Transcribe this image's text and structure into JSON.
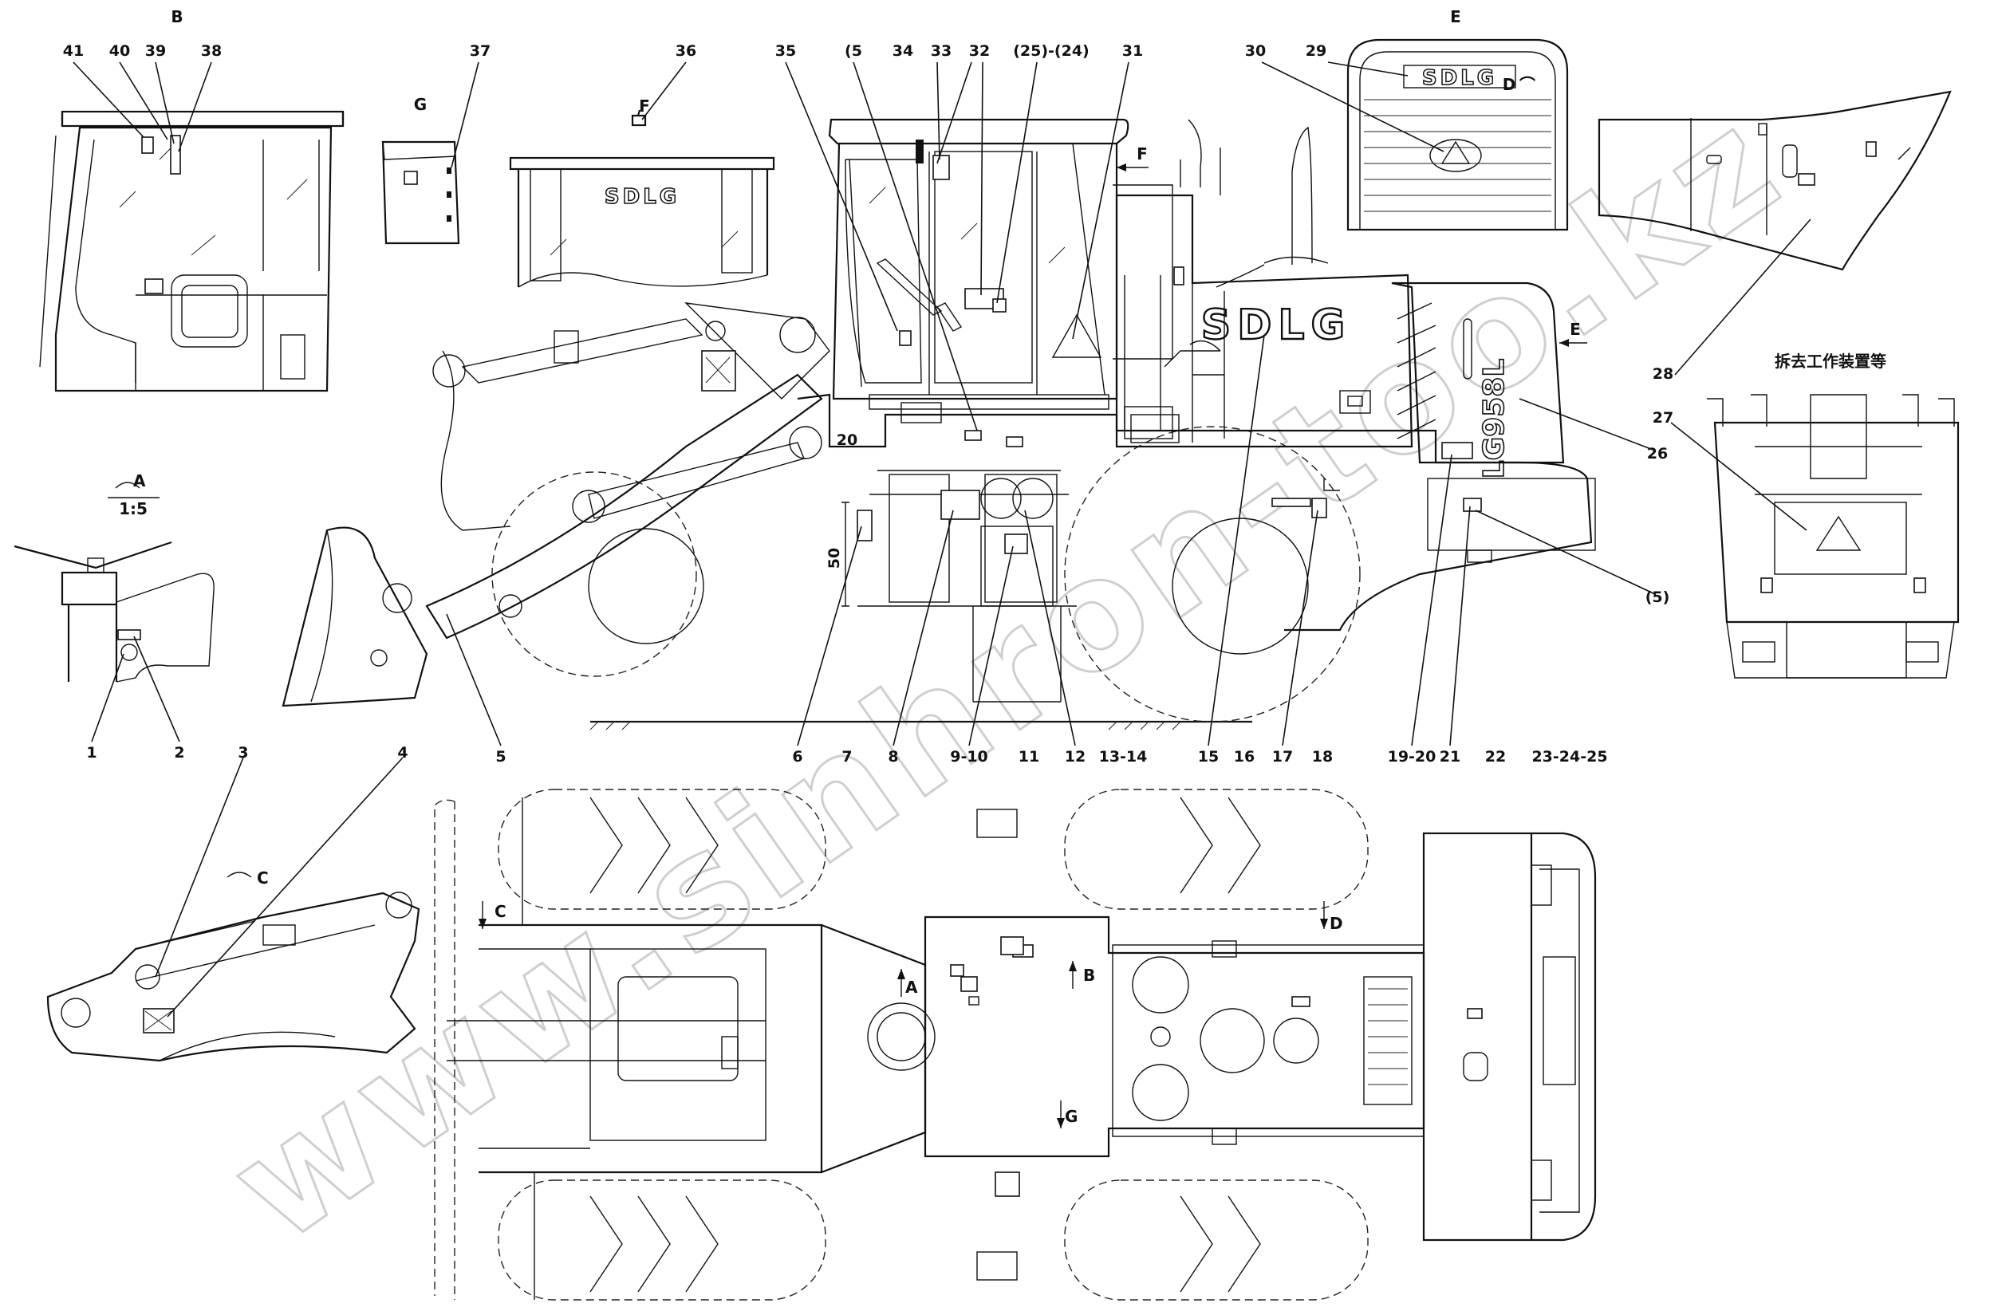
{
  "view_labels": {
    "cab_view": "B",
    "hood_view": "G",
    "roof_view": "F",
    "grille_view": "E",
    "rear_cover_view": "D",
    "wheel_view": "A",
    "scale": "1:5",
    "boom_view": "C"
  },
  "arrow_labels": {
    "f": "F",
    "e": "E",
    "c": "C",
    "d": "D",
    "b": "B",
    "a": "A",
    "g": "G",
    "dim20": "20",
    "dim50": "50"
  },
  "branding": {
    "side_logo": "SDLG",
    "roof_logo": "SDLG",
    "grille_logo": "SDLG",
    "model_name": "LG958L"
  },
  "annotation_cn": "拆去工作装置等",
  "watermark": "www.sinhron-too.kz",
  "callouts_top": [
    "41",
    "40",
    "39",
    "38",
    "37",
    "36",
    "35",
    "(5",
    "34",
    "33",
    "32",
    "(25)-(24)",
    "31",
    "30",
    "29",
    "28",
    "27",
    "26",
    "(5)"
  ],
  "callouts_bottom": [
    "1",
    "2",
    "5",
    "6",
    "7",
    "8",
    "9-10",
    "11",
    "12",
    "13-14",
    "15",
    "16",
    "17",
    "18",
    "19-20",
    "21",
    "22",
    "23-24-25",
    "3",
    "4"
  ]
}
